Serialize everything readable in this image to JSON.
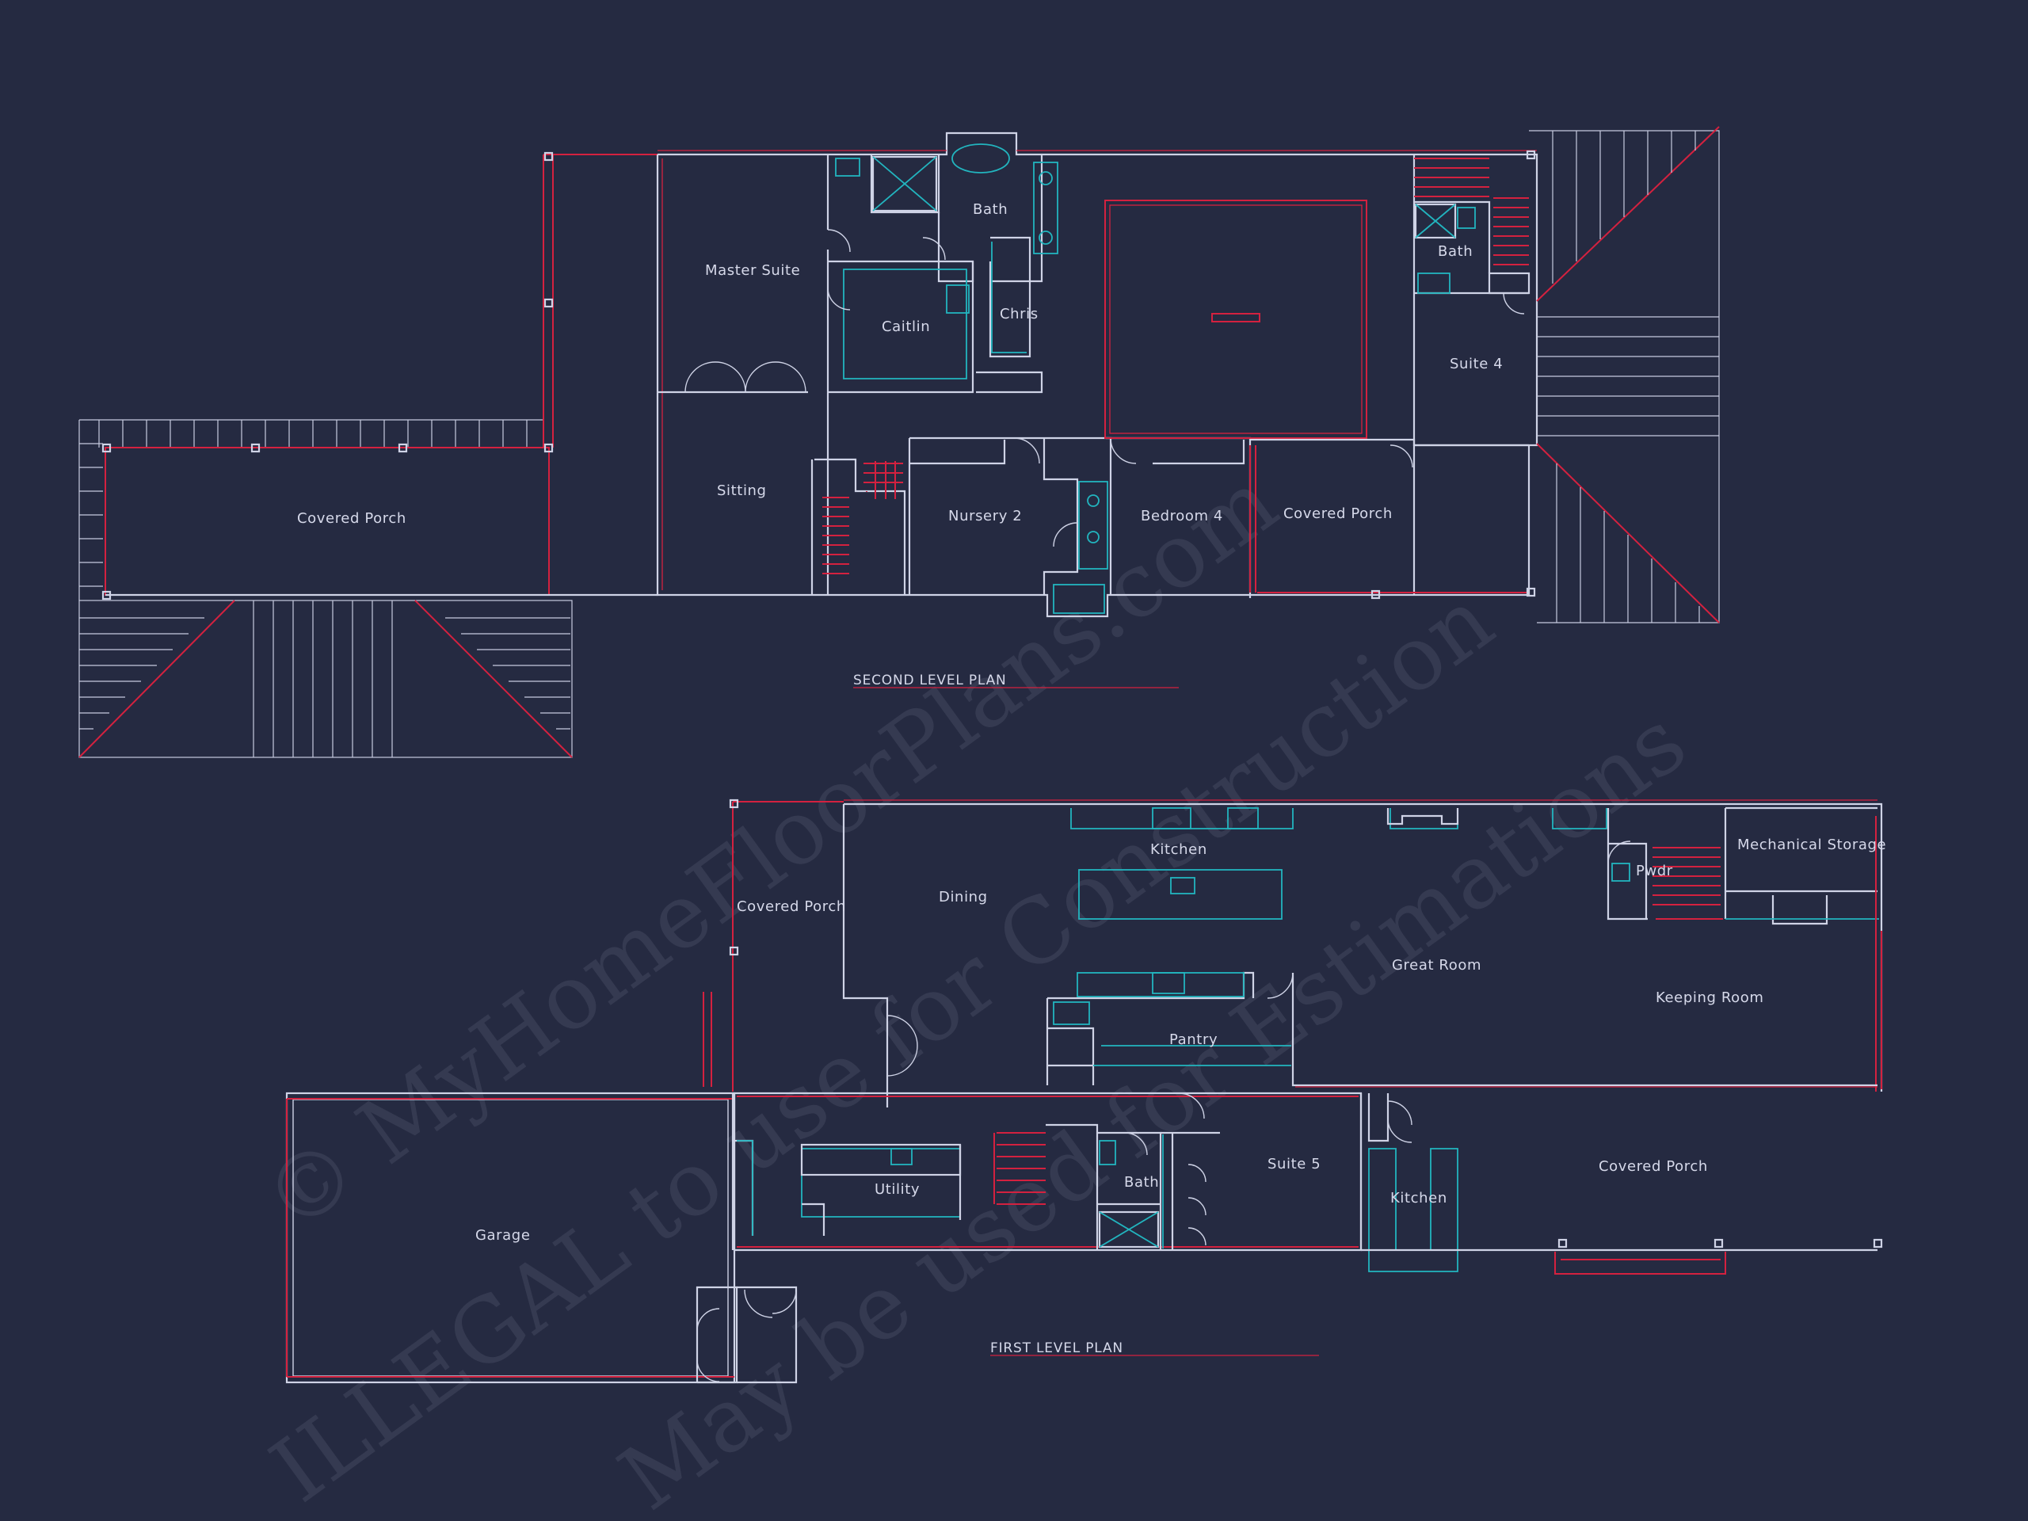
{
  "colors": {
    "background": "#252a41",
    "walls": "#cfd3e6",
    "red_lines": "#d4213f",
    "fixtures": "#22b5bf"
  },
  "watermark": {
    "line1": "© MyHomeFloorPlans.com",
    "line2": "ILLEGAL to use for Construction",
    "line3": "May be used for Estimations"
  },
  "second_level": {
    "title": "SECOND LEVEL PLAN",
    "rooms": {
      "covered_porch_left": "Covered Porch",
      "master_suite": "Master Suite",
      "bath_master": "Bath",
      "caitlin": "Caitlin",
      "chris": "Chris",
      "sitting": "Sitting",
      "nursery": "Nursery 2",
      "bedroom": "Bedroom 4",
      "covered_porch_right": "Covered Porch",
      "bath_suite": "Bath",
      "suite_4": "Suite 4"
    }
  },
  "first_level": {
    "title": "FIRST LEVEL PLAN",
    "rooms": {
      "covered_porch_left": "Covered Porch",
      "dining": "Dining",
      "kitchen": "Kitchen",
      "pwdr": "Pwdr",
      "mechanical": "Mechanical Storage",
      "great_room": "Great Room",
      "keeping_room": "Keeping Room",
      "pantry": "Pantry",
      "garage": "Garage",
      "utility": "Utility",
      "bath": "Bath",
      "suite_5": "Suite 5",
      "outdoor_kitchen": "Kitchen",
      "covered_porch_right": "Covered Porch"
    }
  }
}
